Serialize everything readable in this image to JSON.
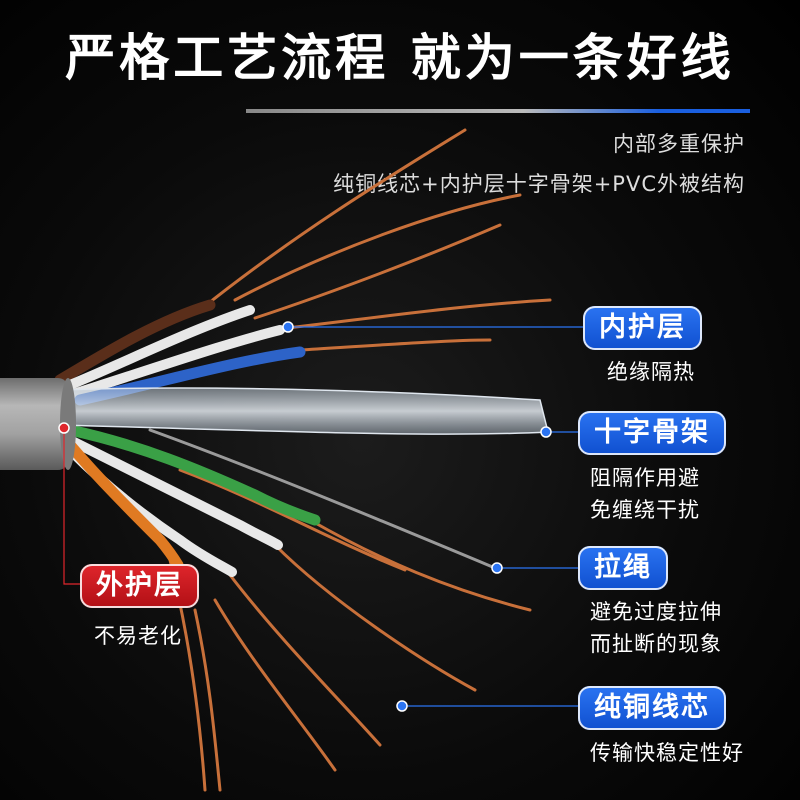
{
  "header": {
    "headline": "严格工艺流程 就为一条好线",
    "subtitle_line1": "内部多重保护",
    "subtitle_line2": "纯铜线芯+内护层十字骨架+PVC外被结构"
  },
  "callouts": {
    "inner_sheath": {
      "label": "内护层",
      "note": "绝缘隔热"
    },
    "cross_frame": {
      "label": "十字骨架",
      "note_line1": "阻隔作用避",
      "note_line2": "免缠绕干扰"
    },
    "rip_cord": {
      "label": "拉绳",
      "note_line1": "避免过度拉伸",
      "note_line2": "而扯断的现象"
    },
    "copper_core": {
      "label": "纯铜线芯",
      "note": "传输快稳定性好"
    },
    "outer_sheath": {
      "label": "外护层",
      "note": "不易老化"
    }
  },
  "colors": {
    "blue_tag": "#1a5fe0",
    "red_tag": "#c8181e",
    "copper": "#c8703a",
    "jacket": "#9a9a9a"
  }
}
